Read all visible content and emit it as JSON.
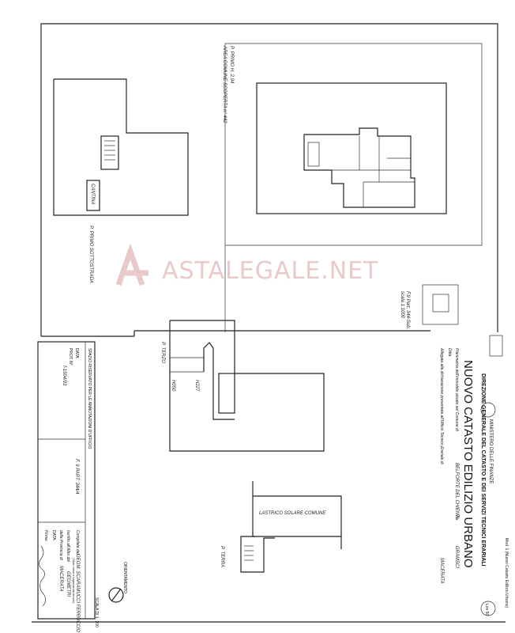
{
  "watermark": "ASTALEGALE.NET",
  "title_block": {
    "ministry": "MINISTERO DELLE FINANZE",
    "direction": "DIREZIONE GENERALE DEL CATASTO E DEI SERVIZI TECNICI ERARIALI",
    "title": "NUOVO CATASTO EDILIZIO URBANO",
    "price": "Lire 50",
    "model": "Mod. 1 (Nuovo Catasto Edilizio Urbano)",
    "planimetry_label": "Planimetria dell'immobile situato nel Comune di",
    "comune": "BELFORTE DEL CHIENTI",
    "via_label": "Via",
    "via": "GRAMSCI",
    "ditta_label": "Ditta",
    "attached_label": "Allegata alla dichiarazione presentata all'Ufficio Tecnico Erariale di",
    "office": "MACERATA"
  },
  "annotations_box": {
    "header": "SPAZIO RISERVATO PER LE ANNOTAZIONI D'UFFICIO",
    "data_label": "DATA",
    "prot_label": "PROT. N°",
    "prot_value": "f-1504/93",
    "reference": "F. 9  PART. 344/4"
  },
  "compiler": {
    "compiled_by_label": "Compilata dal",
    "compiled_by": "GEOM. SCARAMUCCI FERRUCCIO",
    "compiled_by_note": "(Titolo, nome e cognome del tecnico)",
    "register_label": "Iscritto all'Albo dei",
    "register": "GEOMETRI",
    "province_label": "della Provincia di",
    "province": "MACERATA",
    "date_label": "DATA",
    "signature_label": "Firma:",
    "scale": "SCALA DI 1: 200",
    "orientation": "ORIENTAMENTO"
  },
  "plans": {
    "primo_sottostrada": "P. PRIMO SOTTOSTRADA",
    "cantina": "CANTINA",
    "primo_header": "P. PRIMO  H. 2.94",
    "area_comune": "AREA COMUNE SCOPERTA n° 442",
    "small_ref": "F.9 Part. 344-Sub.",
    "small_scale": "scala 1:1000",
    "terzo": "P. TERZO",
    "h1": "H050",
    "h2": "H227",
    "lastrico": "LASTRICO SOLARE COMUNE",
    "terra": "P. TERRA"
  }
}
